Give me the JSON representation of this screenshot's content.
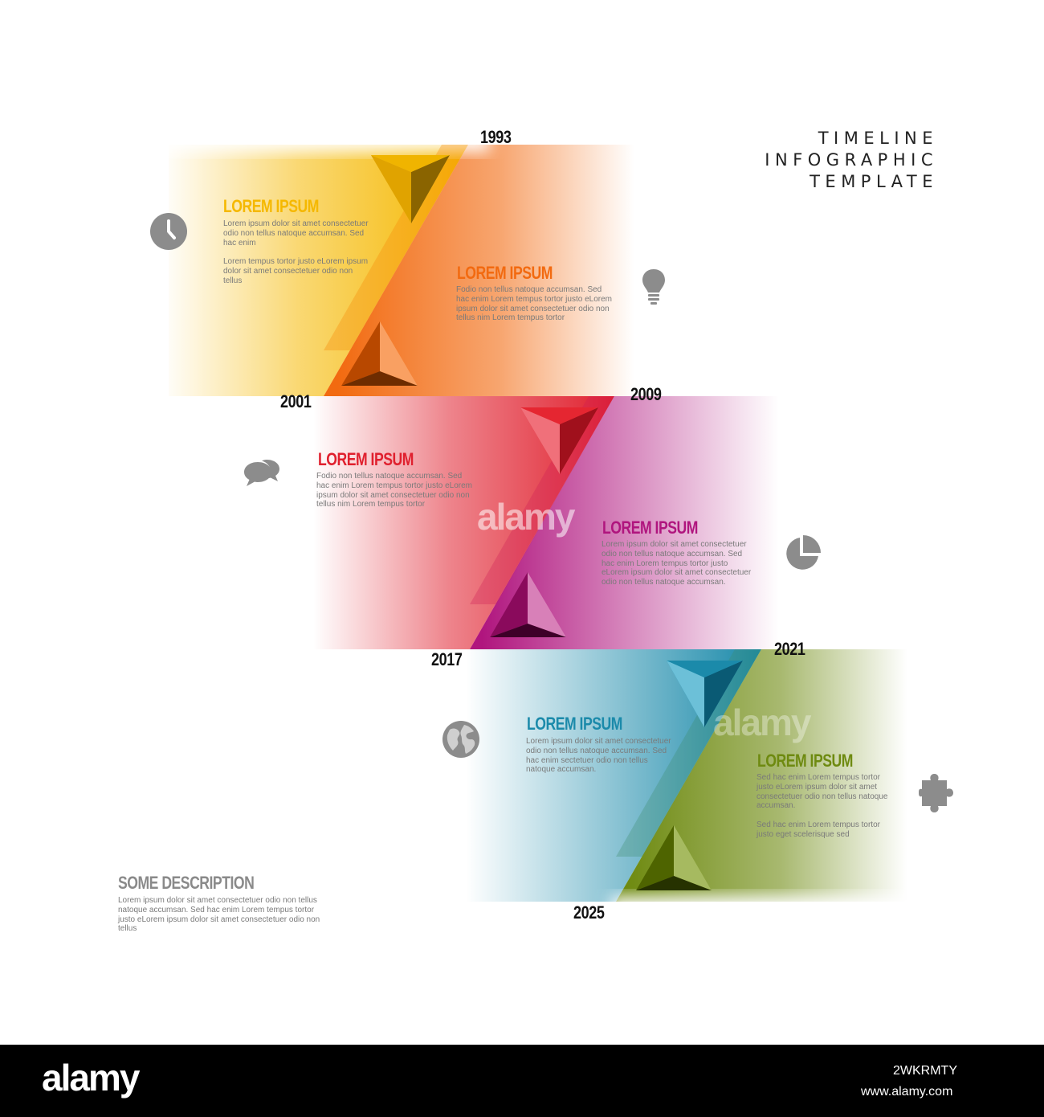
{
  "title": {
    "line1": "TIMELINE",
    "line2": "INFOGRAPHIC",
    "line3": "TEMPLATE"
  },
  "years": [
    "1993",
    "2001",
    "2009",
    "2017",
    "2021",
    "2025"
  ],
  "steps": [
    {
      "title": "LOREM IPSUM",
      "color": "#f5b800",
      "icon": "clock-icon",
      "text1": [
        "Lorem ipsum dolor sit amet consectetuer",
        "odio non tellus natoque accumsan. Sed",
        "hac enim"
      ],
      "text2": [
        "Lorem tempus tortor justo eLorem ipsum",
        "dolor sit amet consectetuer odio non",
        "tellus"
      ]
    },
    {
      "title": "LOREM IPSUM",
      "color": "#f26a10",
      "icon": "lightbulb-icon",
      "text1": [
        "Fodio non tellus natoque accumsan. Sed",
        "hac enim Lorem tempus tortor justo eLorem",
        "ipsum dolor sit amet consectetuer odio non",
        "tellus nim Lorem tempus tortor"
      ],
      "text2": []
    },
    {
      "title": "LOREM IPSUM",
      "color": "#e0202e",
      "icon": "chat-bubbles-icon",
      "text1": [
        "Fodio non tellus natoque accumsan. Sed",
        "hac enim Lorem tempus tortor justo eLorem",
        "ipsum dolor sit amet consectetuer odio non",
        "tellus nim Lorem tempus tortor"
      ],
      "text2": []
    },
    {
      "title": "LOREM IPSUM",
      "color": "#b0157e",
      "icon": "pie-chart-icon",
      "text1": [
        "Lorem ipsum dolor sit amet consectetuer",
        "odio non tellus natoque accumsan. Sed",
        "hac enim Lorem tempus tortor justo",
        "eLorem ipsum dolor sit amet consectetuer",
        "odio non tellus natoque accumsan."
      ],
      "text2": []
    },
    {
      "title": "LOREM IPSUM",
      "color": "#1b8aaa",
      "icon": "globe-icon",
      "text1": [
        "Lorem ipsum dolor sit amet consectetuer",
        "odio non tellus natoque accumsan. Sed",
        "hac enim sectetuer odio non tellus",
        "natoque accumsan."
      ],
      "text2": []
    },
    {
      "title": "LOREM IPSUM",
      "color": "#6e8a10",
      "icon": "puzzle-piece-icon",
      "text1": [
        "Sed hac enim Lorem tempus tortor",
        "justo eLorem ipsum dolor sit amet",
        "consectetuer odio non tellus natoque",
        "accumsan."
      ],
      "text2": [
        "Sed hac enim Lorem tempus tortor",
        "justo eget scelerisque sed"
      ]
    }
  ],
  "description": {
    "title": "SOME DESCRIPTION",
    "lines": [
      "Lorem ipsum dolor sit amet consectetuer odio non tellus",
      "natoque accumsan. Sed hac enim Lorem tempus tortor",
      "justo eLorem ipsum dolor sit amet consectetuer odio non",
      "tellus"
    ]
  },
  "watermark": {
    "logo": "alamy",
    "image_id": "2WKRMTY",
    "url": "www.alamy.com"
  }
}
